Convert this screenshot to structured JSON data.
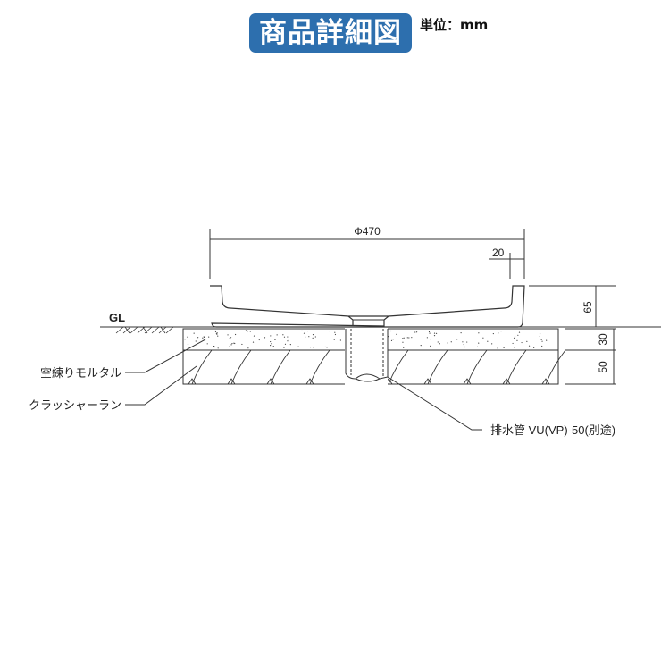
{
  "header": {
    "title": "商品詳細図",
    "unit": "単位：mm"
  },
  "dimensions": {
    "diameter": "Φ470",
    "rim_width": "20",
    "height": "65",
    "mortar_thickness": "30",
    "crusher_thickness": "50"
  },
  "labels": {
    "ground_level": "GL",
    "mortar": "空練りモルタル",
    "crusher_run": "クラッシャーラン",
    "drain_pipe": "排水管 VU(VP)-50(別途)"
  },
  "colors": {
    "badge": "#2d6fae",
    "line": "#333333"
  }
}
